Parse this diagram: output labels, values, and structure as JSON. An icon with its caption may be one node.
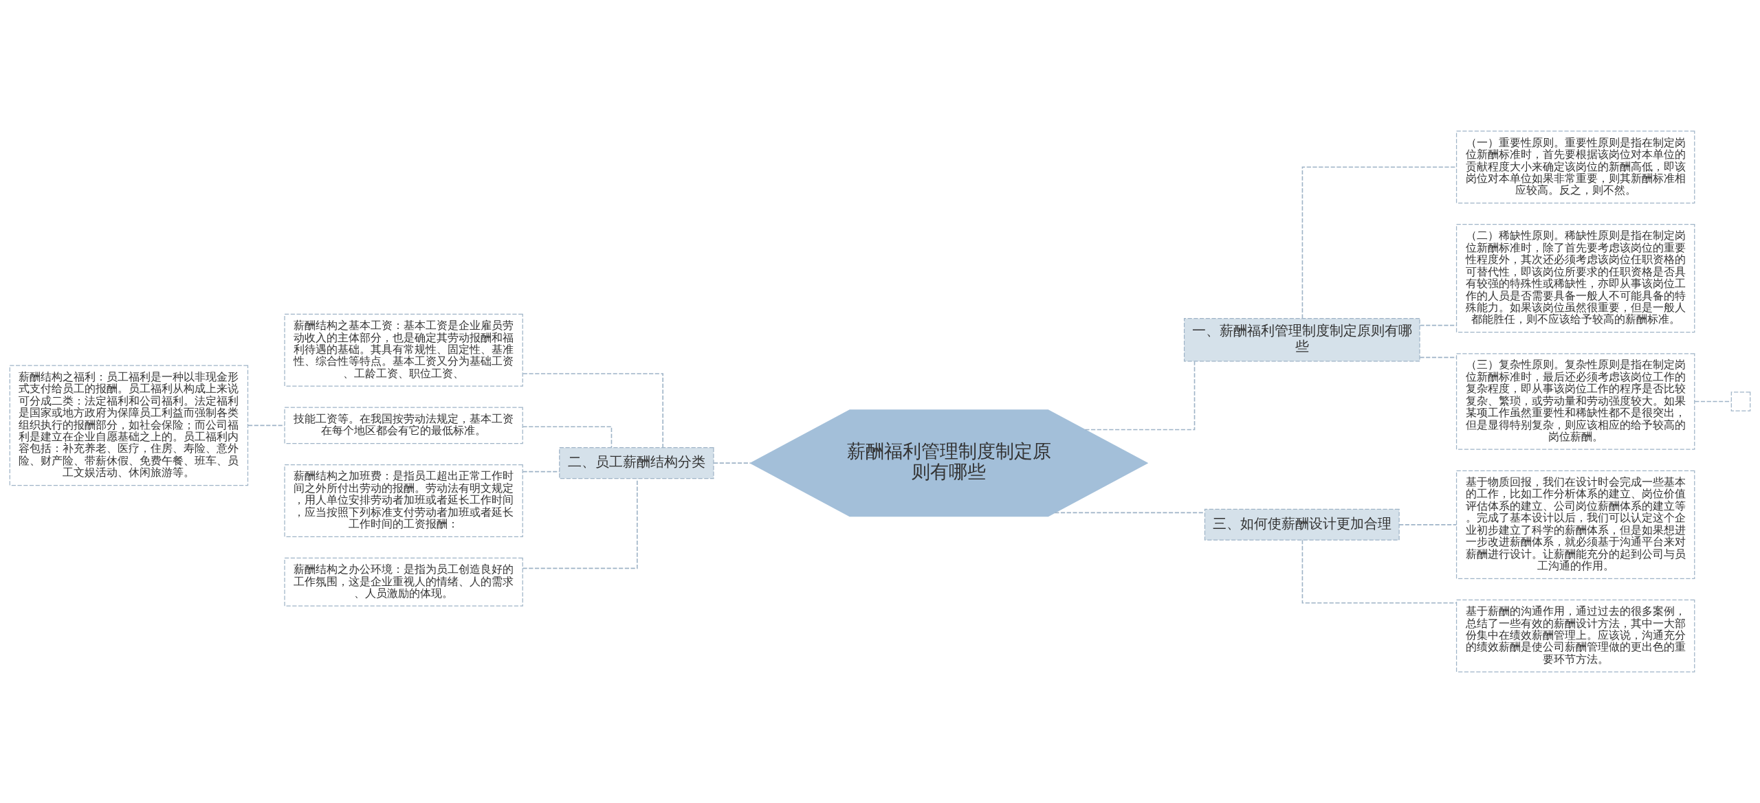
{
  "diagram": {
    "nodes": [
      {
        "text": [
          "薪酬福利管理制度制定原则有哪些"
        ]
      },
      {
        "text": [
          "一、薪酬福利管理制度制定原则有哪些"
        ]
      },
      {
        "text": [
          "（一）重要性原则。重要性原则是指在制定岗位新酬标准时，首先要根据该岗位对本单位的贡献程度大小来确定该岗位的新酬高低，即该岗位对本单位如果非常重要，则其新酬标准相应较高。反之，则不然。"
        ]
      },
      {
        "text": [
          "（二）稀缺性原则。稀缺性原则是指在制定岗位新酬标准时，除了首先要考虑该岗位的重要性程度外，其次还必须考虑该岗位任职资格的可替代性，即该岗位所要求的任职资格是否具有较强的特殊性或稀缺性，亦即从事该岗位工作的人员是否需要具备一般人不可能具备的特殊能力。如果该岗位虽然很重要，但是一般人都能胜任，则不应该给予较高的薪酬标准。"
        ]
      },
      {
        "text": [
          "（三）复杂性原则。复杂性原则是指在制定岗位新酬标准时，最后还必须考虑该岗位工作的复杂程度，即从事该岗位工作的程序是否比较复杂、繁琐，或劳动量和劳动强度较大。如果某项工作虽然重要性和稀缺性都不是很突出，但是显得特别复杂，则应该相应的给予较高的岗位薪酬。"
        ]
      },
      {
        "text": [],
        "shape": "box"
      },
      {
        "text": [
          "三、如何使薪酬设计更加合理"
        ]
      },
      {
        "text": [
          "基于物质回报，我们在设计时会完成一些基本的工作，比如工作分析体系的建立、岗位价值评估体系的建立、公司岗位薪酬体系的建立等。完成了基本设计以后，我们可以认定这个企业初步建立了科学的薪酬体系，但是如果想进一步改进薪酬体系，就必须基于沟通平台来对薪酬进行设计。让薪酬能充分的起到公司与员工沟通的作用。"
        ]
      },
      {
        "text": [
          "基于薪酬的沟通作用，通过过去的很多案例，总结了一些有效的薪酬设计方法，其中一大部份集中在绩效薪酬管理上。应该说，沟通充分的绩效薪酬是使公司薪酬管理做的更出色的重要环节方法。"
        ]
      },
      {
        "text": [
          "二、员工薪酬结构分类"
        ]
      },
      {
        "text": [
          "薪酬结构之基本工资：基本工资是企业雇员劳动收入的主体部分，也是确定其劳动报酬和福利待遇的基础。其具有常规性、固定性、基准性、综合性等特点。基本工资又分为基础工资、工龄工资、职位工资、"
        ]
      },
      {
        "text": [
          "技能工资等。在我国按劳动法规定，基本工资在每个地区都会有它的最低标准。"
        ]
      },
      {
        "text": [
          "薪酬结构之福利：员工福利是一种以非现金形式支付给员工的报酬。员工福利从构成上来说可分成二类：法定福利和公司福利。法定福利是国家或地方政府为保障员工利益而强制各类组织执行的报酬部分，如社会保险；而公司福利是建立在企业自愿基础之上的。员工福利内容包括：补充养老、医疗，住房、寿险、意外险、财产险、带薪休假、免费午餐、班车、员工文娱活动、休闲旅游等。"
        ]
      },
      {
        "text": [
          "薪酬结构之加班费：是指员工超出正常工作时间之外所付出劳动的报酬。劳动法有明文规定，用人单位安排劳动者加班或者延长工作时间，应当按照下列标准支付劳动者加班或者延长工作时间的工资报酬："
        ]
      },
      {
        "text": [
          "薪酬结构之办公环境：是指为员工创造良好的工作氛围，这是企业重视人的情绪、人的需求、人员激励的体现。"
        ]
      }
    ],
    "edges": [
      {
        "from": 0,
        "to": 1,
        "arrow": "none"
      },
      {
        "from": 1,
        "to": 2,
        "arrow": "none"
      },
      {
        "from": 1,
        "to": 3,
        "arrow": "none"
      },
      {
        "from": 1,
        "to": 4,
        "arrow": "none"
      },
      {
        "from": 4,
        "to": 5,
        "arrow": "none"
      },
      {
        "from": 0,
        "to": 6,
        "arrow": "none"
      },
      {
        "from": 6,
        "to": 7,
        "arrow": "none"
      },
      {
        "from": 6,
        "to": 8,
        "arrow": "none"
      },
      {
        "from": 0,
        "to": 9,
        "arrow": "none"
      },
      {
        "from": 9,
        "to": 10,
        "arrow": "none"
      },
      {
        "from": 9,
        "to": 11,
        "arrow": "none"
      },
      {
        "from": 11,
        "to": 12,
        "arrow": "none"
      },
      {
        "from": 9,
        "to": 13,
        "arrow": "none"
      },
      {
        "from": 9,
        "to": 14,
        "arrow": "none"
      }
    ]
  }
}
